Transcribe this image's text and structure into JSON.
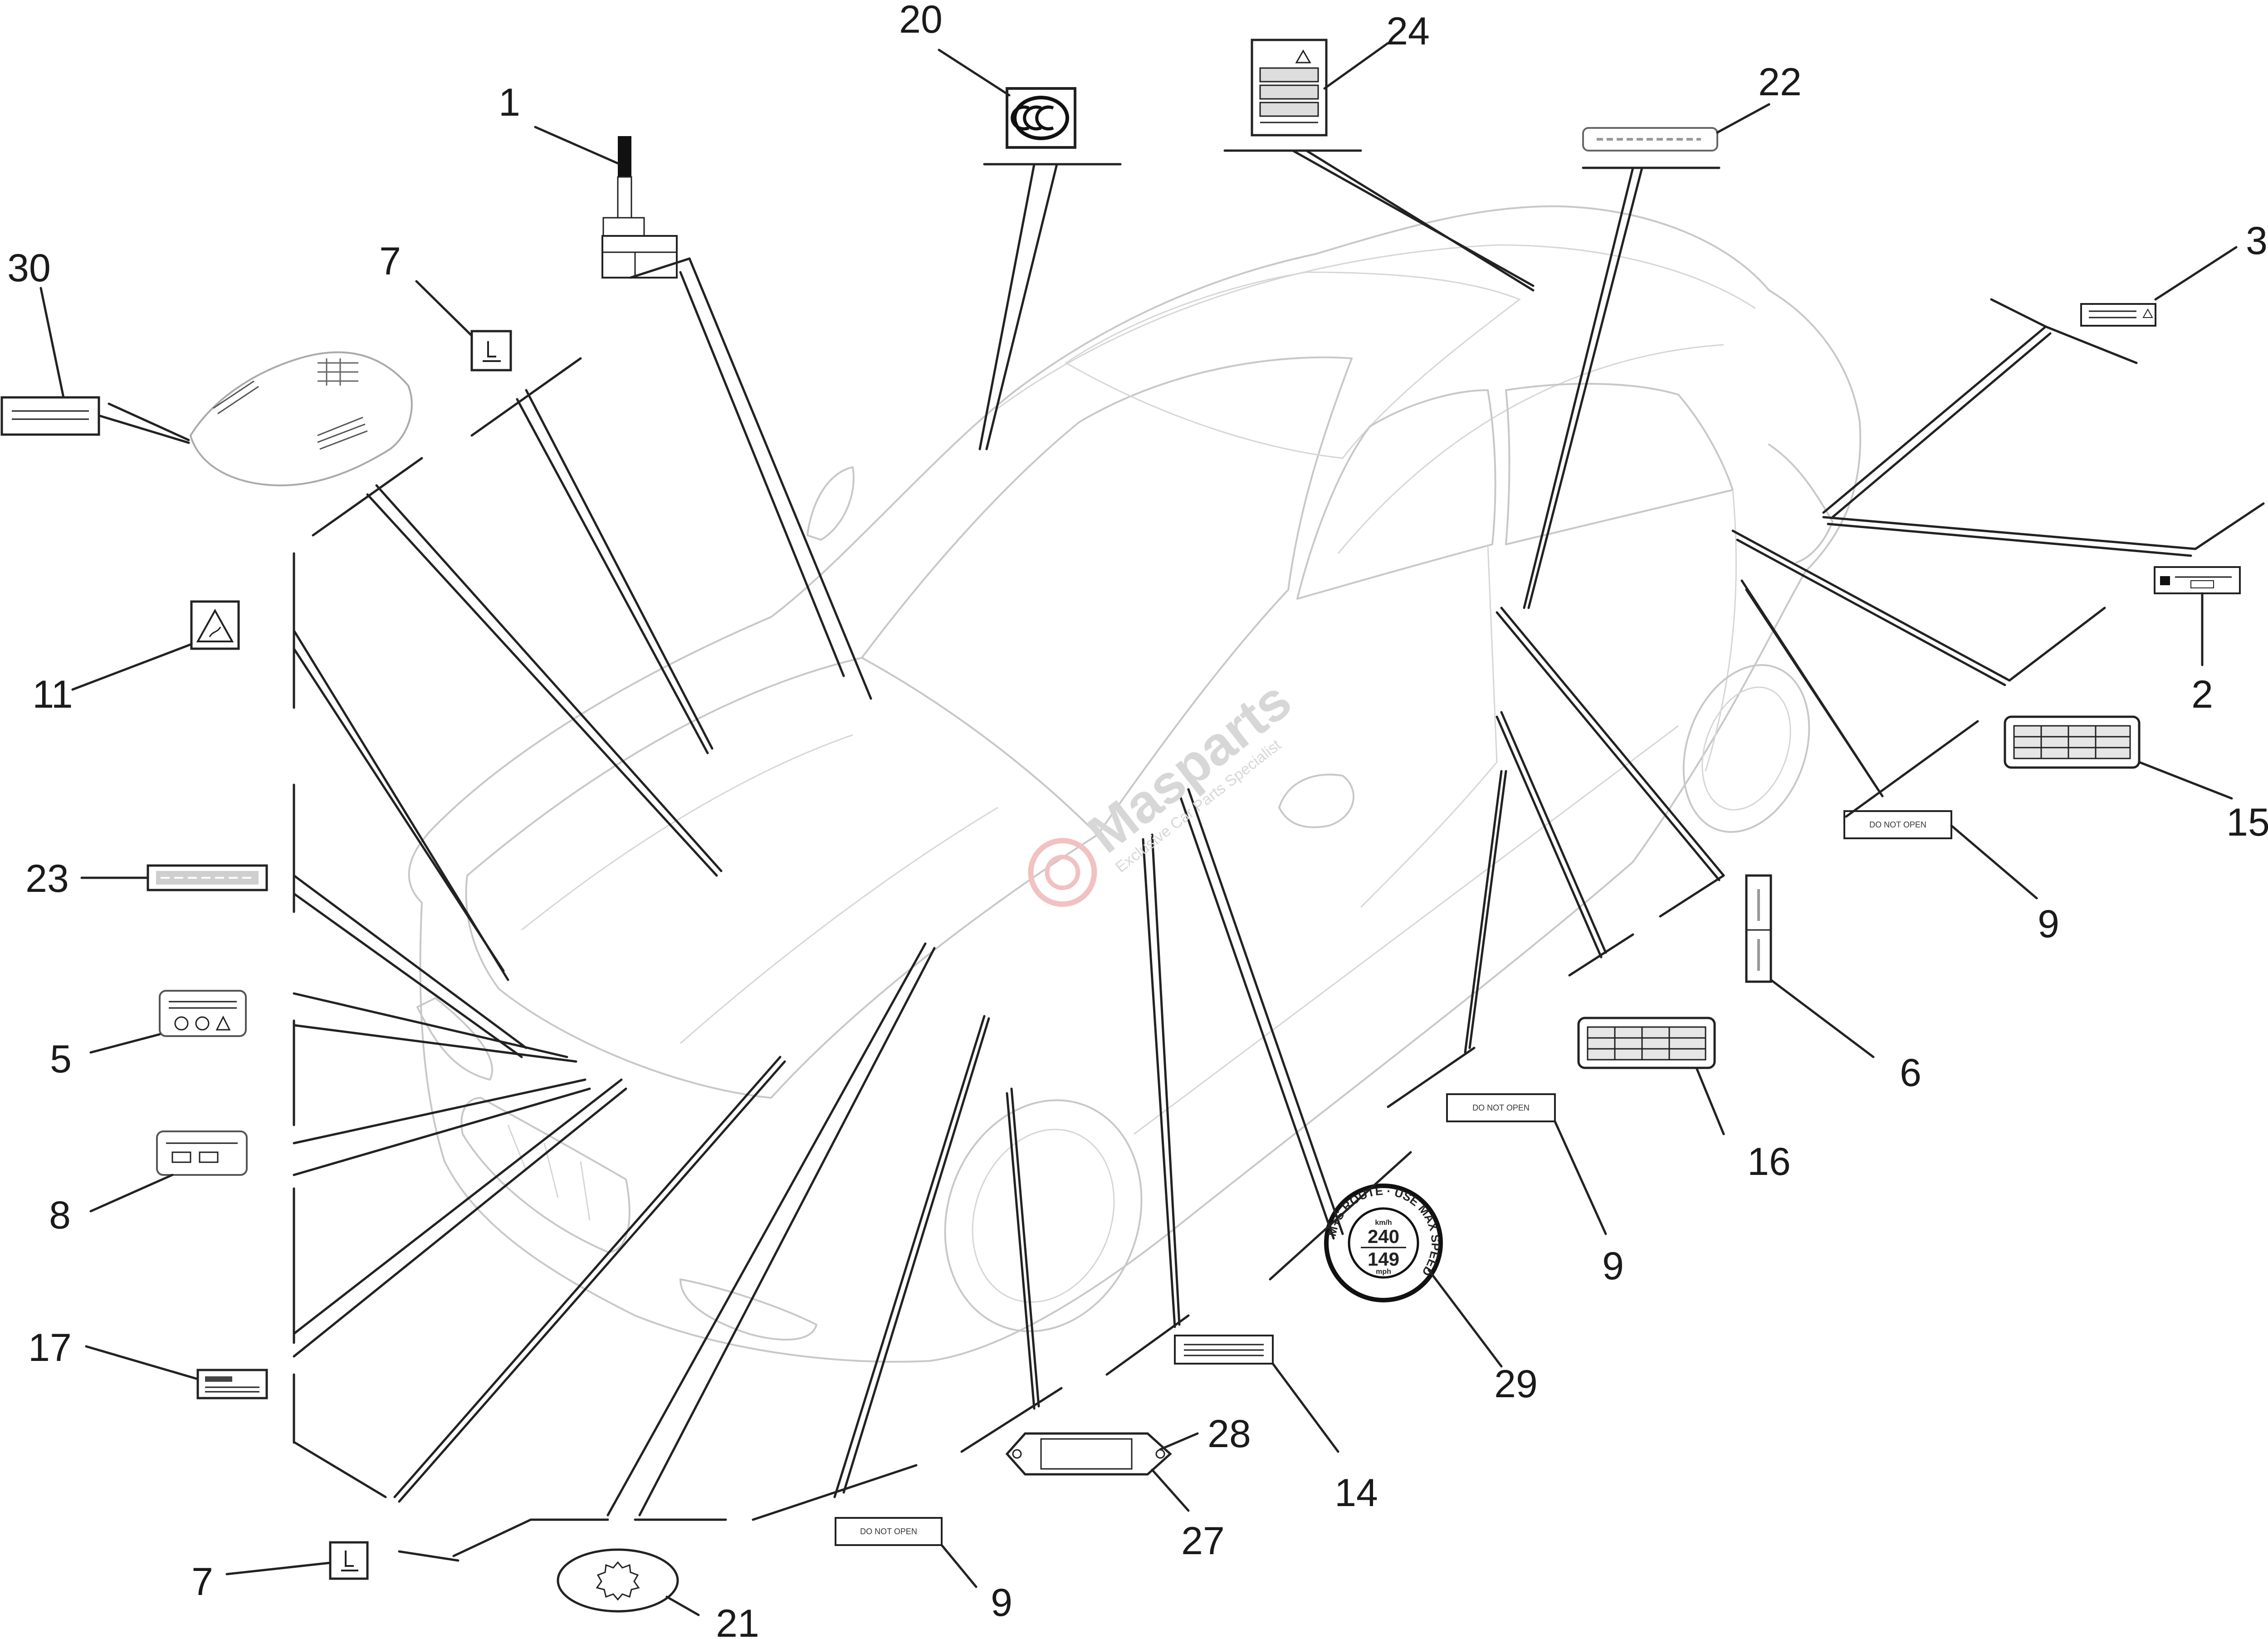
{
  "watermark": {
    "brand": "Masparts",
    "tagline": "Exclusive Car Parts Specialist"
  },
  "callouts": [
    {
      "id": "c1",
      "text": "1"
    },
    {
      "id": "c20",
      "text": "20"
    },
    {
      "id": "c24",
      "text": "24"
    },
    {
      "id": "c22",
      "text": "22"
    },
    {
      "id": "c3",
      "text": "3"
    },
    {
      "id": "c30",
      "text": "30"
    },
    {
      "id": "c7a",
      "text": "7"
    },
    {
      "id": "c2",
      "text": "2"
    },
    {
      "id": "c15",
      "text": "15"
    },
    {
      "id": "c11",
      "text": "11"
    },
    {
      "id": "c9a",
      "text": "9"
    },
    {
      "id": "c23",
      "text": "23"
    },
    {
      "id": "c6",
      "text": "6"
    },
    {
      "id": "c5",
      "text": "5"
    },
    {
      "id": "c16",
      "text": "16"
    },
    {
      "id": "c8",
      "text": "8"
    },
    {
      "id": "c9b",
      "text": "9"
    },
    {
      "id": "c17",
      "text": "17"
    },
    {
      "id": "c29",
      "text": "29"
    },
    {
      "id": "c14",
      "text": "14"
    },
    {
      "id": "c28",
      "text": "28"
    },
    {
      "id": "c27",
      "text": "27"
    },
    {
      "id": "c7b",
      "text": "7"
    },
    {
      "id": "c21",
      "text": "21"
    },
    {
      "id": "c9c",
      "text": "9"
    }
  ],
  "labels": {
    "do_not_open": "DO NOT OPEN",
    "tyre_seal_outer": "M+S ROUTE · USE MAX SPEED",
    "tyre_seal_240": "240",
    "tyre_seal_149": "149",
    "tyre_seal_kmh": "km/h",
    "tyre_seal_mph": "mph"
  }
}
